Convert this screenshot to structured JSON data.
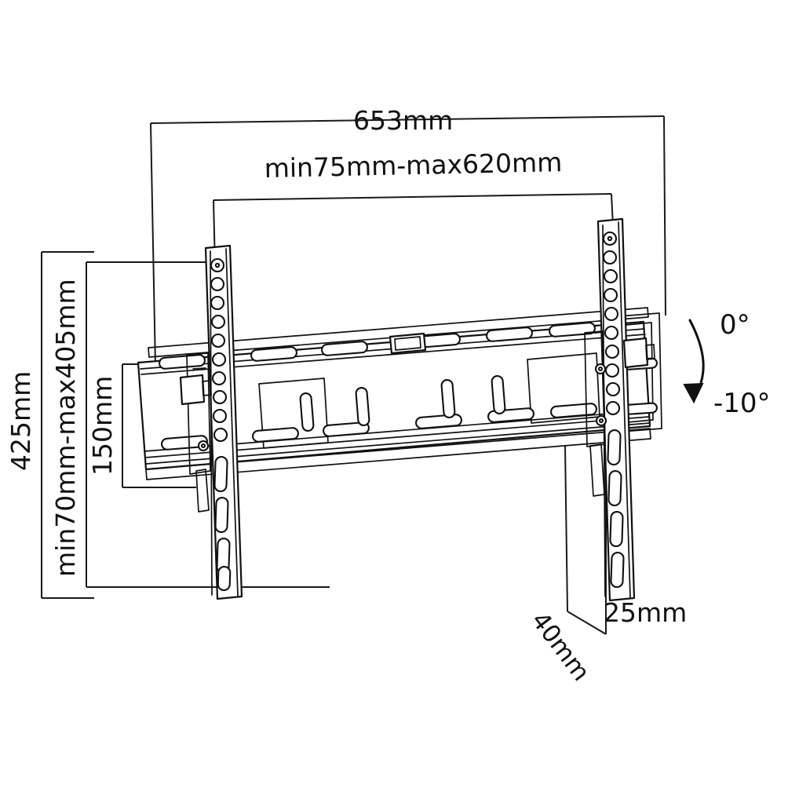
{
  "drawing": {
    "title": "TV wall mount technical dimension drawing",
    "background_color": "#ffffff",
    "line_color": "#111111",
    "dimensions": {
      "overall_width": "653mm",
      "mounting_width_range": "min75mm-max620mm",
      "overall_height": "425mm",
      "mounting_height_range": "min70mm-max405mm",
      "plate_height": "150mm",
      "depth_diagonal": "40mm",
      "depth_plate": "25mm"
    },
    "angles": {
      "top": "0°",
      "bottom": "-10°"
    }
  }
}
